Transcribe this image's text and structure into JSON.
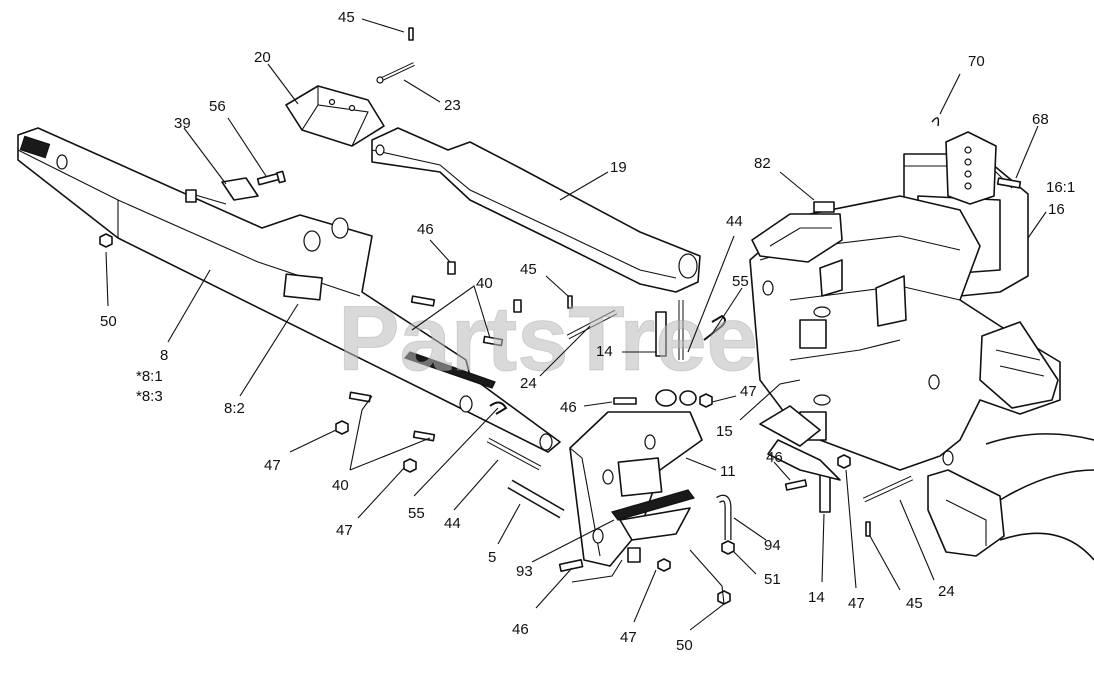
{
  "watermark": {
    "text": "PartsTree"
  },
  "callouts": [
    {
      "id": "c-45-top",
      "text": "45"
    },
    {
      "id": "c-20",
      "text": "20"
    },
    {
      "id": "c-23",
      "text": "23"
    },
    {
      "id": "c-56",
      "text": "56"
    },
    {
      "id": "c-39",
      "text": "39"
    },
    {
      "id": "c-19",
      "text": "19"
    },
    {
      "id": "c-50-left",
      "text": "50"
    },
    {
      "id": "c-8",
      "text": "8"
    },
    {
      "id": "c-8-1",
      "text": "*8:1"
    },
    {
      "id": "c-8-3",
      "text": "*8:3"
    },
    {
      "id": "c-8-2",
      "text": "8:2"
    },
    {
      "id": "c-46-a",
      "text": "46"
    },
    {
      "id": "c-40-a",
      "text": "40"
    },
    {
      "id": "c-45-mid",
      "text": "45"
    },
    {
      "id": "c-44-top",
      "text": "44"
    },
    {
      "id": "c-55-top",
      "text": "55"
    },
    {
      "id": "c-14-mid",
      "text": "14"
    },
    {
      "id": "c-24-mid",
      "text": "24"
    },
    {
      "id": "c-47-mid",
      "text": "47"
    },
    {
      "id": "c-46-mid",
      "text": "46"
    },
    {
      "id": "c-47-left",
      "text": "47"
    },
    {
      "id": "c-40-b",
      "text": "40"
    },
    {
      "id": "c-47-b",
      "text": "47"
    },
    {
      "id": "c-55-b",
      "text": "55"
    },
    {
      "id": "c-44-b",
      "text": "44"
    },
    {
      "id": "c-5",
      "text": "5"
    },
    {
      "id": "c-93",
      "text": "93"
    },
    {
      "id": "c-46-b",
      "text": "46"
    },
    {
      "id": "c-47-c",
      "text": "47"
    },
    {
      "id": "c-50-b",
      "text": "50"
    },
    {
      "id": "c-11",
      "text": "11"
    },
    {
      "id": "c-94",
      "text": "94"
    },
    {
      "id": "c-51",
      "text": "51"
    },
    {
      "id": "c-15",
      "text": "15"
    },
    {
      "id": "c-46-c",
      "text": "46"
    },
    {
      "id": "c-14-b",
      "text": "14"
    },
    {
      "id": "c-47-d",
      "text": "47"
    },
    {
      "id": "c-45-b",
      "text": "45"
    },
    {
      "id": "c-24-b",
      "text": "24"
    },
    {
      "id": "c-82",
      "text": "82"
    },
    {
      "id": "c-70",
      "text": "70"
    },
    {
      "id": "c-68",
      "text": "68"
    },
    {
      "id": "c-16-1",
      "text": "16:1"
    },
    {
      "id": "c-16",
      "text": "16"
    }
  ]
}
